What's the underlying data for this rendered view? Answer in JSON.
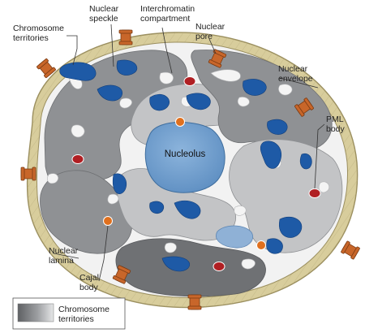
{
  "labels": {
    "chromosome_territories": [
      "Chromosome",
      "territories"
    ],
    "nuclear_speckle": [
      "Nuclear",
      "speckle"
    ],
    "interchromatin_compartment": [
      "Interchromatin",
      "compartment"
    ],
    "nuclear_pore": [
      "Nuclear",
      "pore"
    ],
    "nuclear_envelope": [
      "Nuclear",
      "envelope"
    ],
    "pml_body": [
      "PML",
      "body"
    ],
    "nucleolus": "Nucleolus",
    "nuclear_lamina": [
      "Nuclear",
      "lamina"
    ],
    "cajal_body": [
      "Cajal",
      "body"
    ]
  },
  "legend": {
    "text": [
      "Chromosome",
      "territories"
    ]
  },
  "colors": {
    "envelope_outer": "#d8cd9c",
    "envelope_fill": "#f0e8c4",
    "interchromatin": "#f2f2f2",
    "territory_light": "#c3c4c6",
    "territory_mid": "#8f9194",
    "territory_dark": "#6f7174",
    "speckle": "#1e5aa6",
    "nucleolus": "#6f9fce",
    "pml_body": "#b01f23",
    "cajal_body": "#e0701e",
    "pore": "#c8662a"
  }
}
